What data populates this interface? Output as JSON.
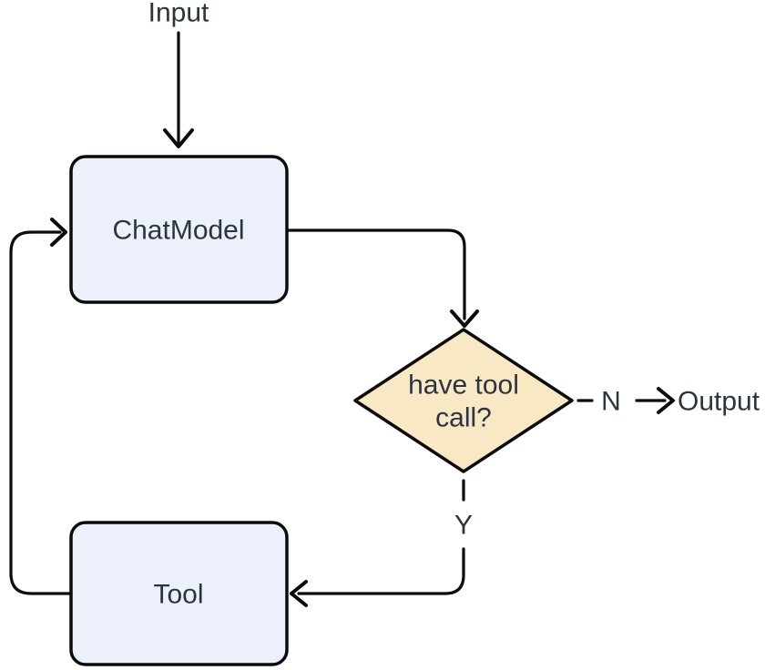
{
  "diagram": {
    "type": "flowchart",
    "nodes": {
      "input": {
        "label": "Input",
        "kind": "start-text"
      },
      "chatmodel": {
        "label": "ChatModel",
        "kind": "process"
      },
      "decision": {
        "line1": "have tool",
        "line2": "call?",
        "kind": "decision"
      },
      "tool": {
        "label": "Tool",
        "kind": "process"
      },
      "output": {
        "label": "Output",
        "kind": "end-text"
      }
    },
    "edges": [
      {
        "from": "input",
        "to": "chatmodel",
        "style": "solid",
        "label": ""
      },
      {
        "from": "chatmodel",
        "to": "decision",
        "style": "solid",
        "label": ""
      },
      {
        "from": "decision",
        "to": "output",
        "style": "dashed",
        "label": "N"
      },
      {
        "from": "decision",
        "to": "tool",
        "style": "dashed",
        "label": "Y"
      },
      {
        "from": "tool",
        "to": "chatmodel",
        "style": "solid",
        "label": ""
      }
    ],
    "colors": {
      "background": "#ffffff",
      "process_fill": "#ECF0FA",
      "decision_fill": "#F8E9C4",
      "stroke": "#0b0b0b",
      "text": "#2b3440"
    }
  }
}
